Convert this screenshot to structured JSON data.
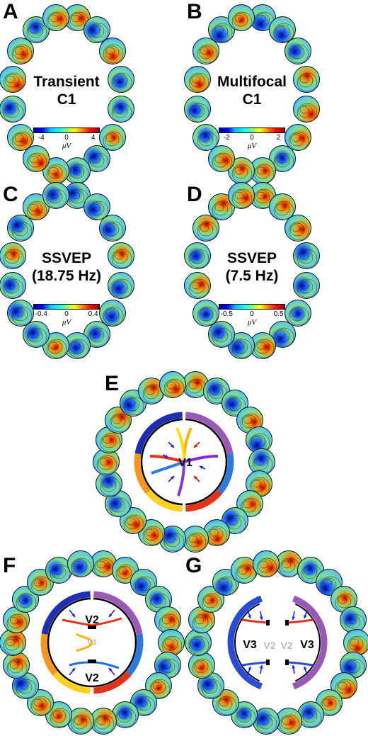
{
  "panels": [
    {
      "letter": "A",
      "label": [
        "Transient",
        "C1"
      ],
      "ticks": [
        "-4",
        "0",
        "4"
      ],
      "unit": "μV"
    },
    {
      "letter": "B",
      "label": [
        "Multifocal",
        "C1"
      ],
      "ticks": [
        "-2",
        "0",
        "2"
      ],
      "unit": "μV"
    },
    {
      "letter": "C",
      "label": [
        "SSVEP",
        "(18.75 Hz)"
      ],
      "ticks": [
        "-0.4",
        "0",
        "0.4"
      ],
      "unit": "μV"
    },
    {
      "letter": "D",
      "label": [
        "SSVEP",
        "(7.5 Hz)"
      ],
      "ticks": [
        "-0.5",
        "0",
        "0.5"
      ],
      "unit": "μV"
    },
    {
      "letter": "E",
      "area_labels": [
        "V1"
      ]
    },
    {
      "letter": "F",
      "area_labels": [
        "V2",
        "V1",
        "V2"
      ]
    },
    {
      "letter": "G",
      "area_labels": [
        "V3",
        "V2",
        "V2",
        "V3"
      ]
    }
  ],
  "colors": {
    "positive": "#cc0000",
    "negative": "#0000cc",
    "neutral": "#33cc66",
    "arrow": "#1f1fe0"
  }
}
